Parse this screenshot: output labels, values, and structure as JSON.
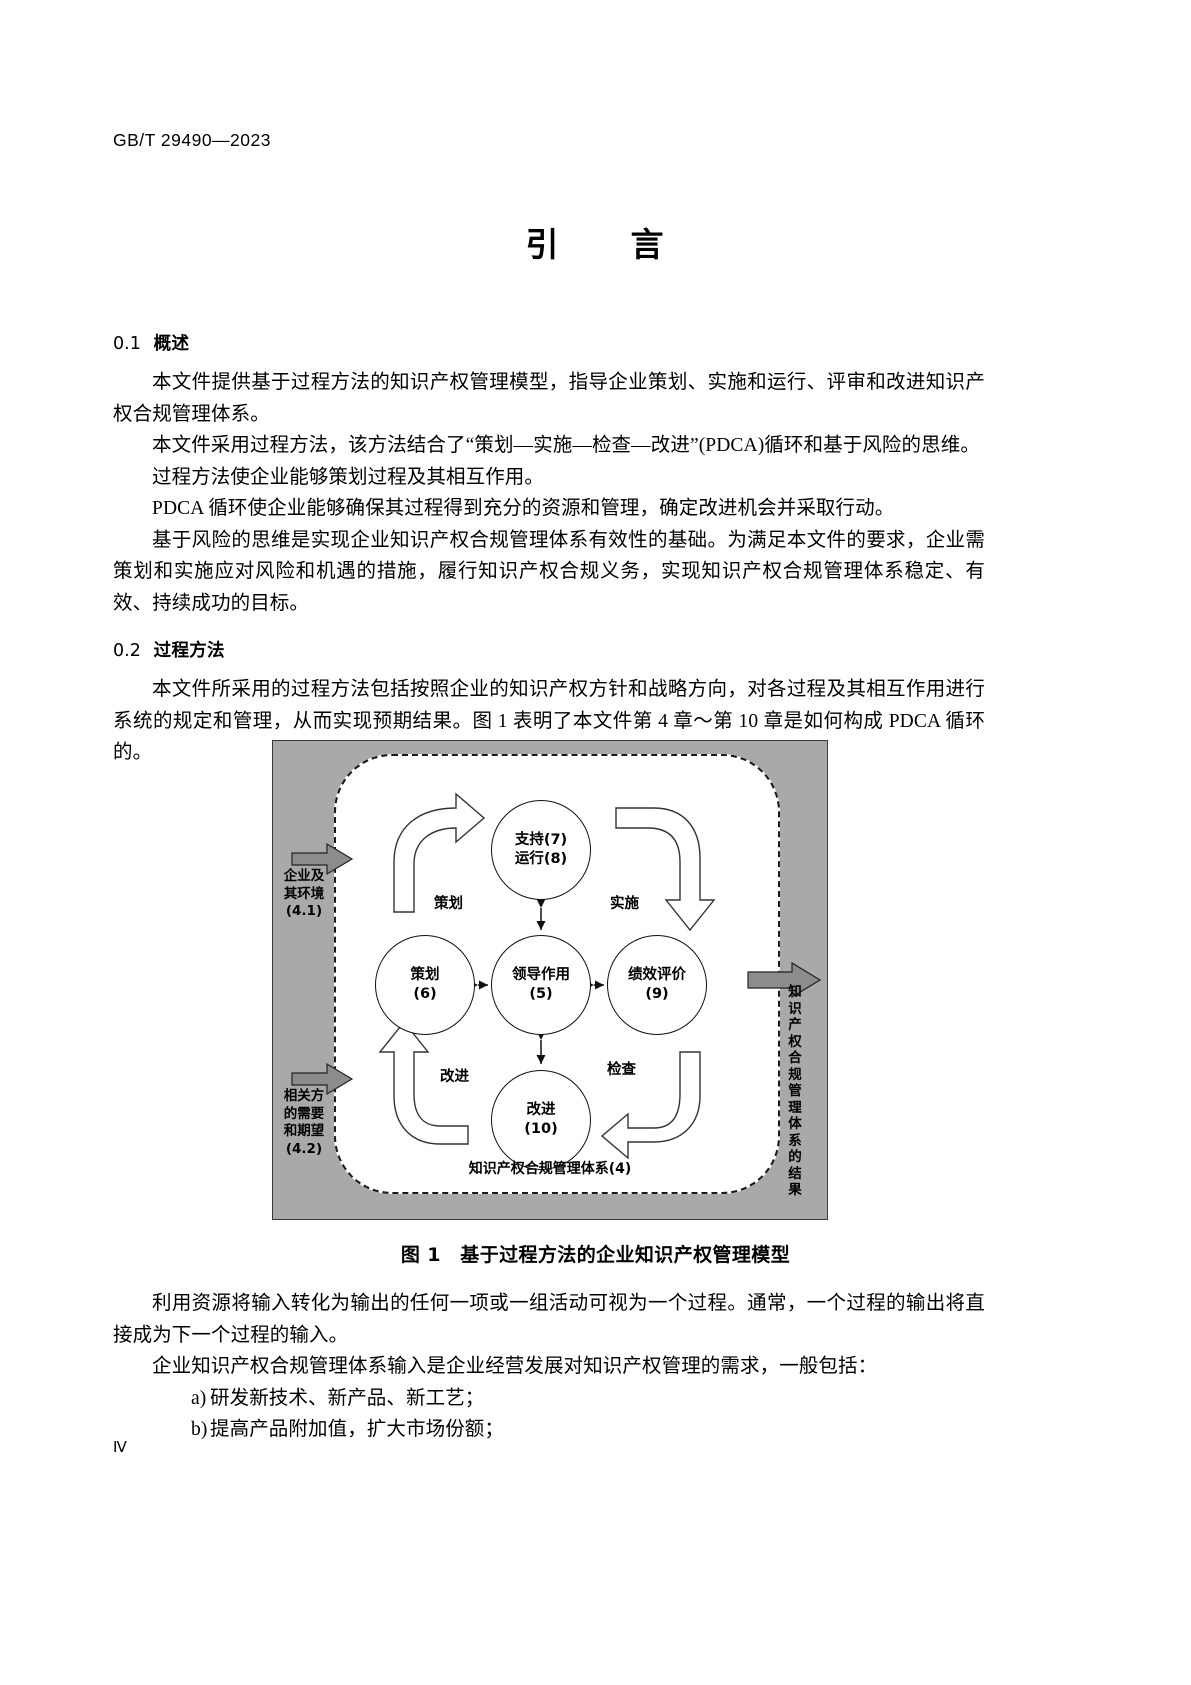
{
  "header": {
    "standard_no": "GB/T 29490—2023"
  },
  "title": "引　　言",
  "sections": [
    {
      "number": "0.1",
      "heading": "概述",
      "paragraphs": [
        "本文件提供基于过程方法的知识产权管理模型，指导企业策划、实施和运行、评审和改进知识产权合规管理体系。",
        "本文件采用过程方法，该方法结合了“策划—实施—检查—改进”(PDCA)循环和基于风险的思维。",
        "过程方法使企业能够策划过程及其相互作用。",
        "PDCA 循环使企业能够确保其过程得到充分的资源和管理，确定改进机会并采取行动。",
        "基于风险的思维是实现企业知识产权合规管理体系有效性的基础。为满足本文件的要求，企业需策划和实施应对风险和机遇的措施，履行知识产权合规义务，实现知识产权合规管理体系稳定、有效、持续成功的目标。"
      ]
    },
    {
      "number": "0.2",
      "heading": "过程方法",
      "paragraphs": [
        "本文件所采用的过程方法包括按照企业的知识产权方针和战略方向，对各过程及其相互作用进行系统的规定和管理，从而实现预期结果。图 1 表明了本文件第 4 章～第 10 章是如何构成 PDCA 循环的。"
      ]
    }
  ],
  "figure": {
    "caption": "图 1　基于过程方法的企业知识产权管理模型",
    "circles": {
      "top": {
        "line1": "支持(7)",
        "line2": "运行(8)"
      },
      "left": {
        "line1": "策划",
        "line2": "(6)"
      },
      "center": {
        "line1": "领导作用",
        "line2": "(5)"
      },
      "right": {
        "line1": "绩效评价",
        "line2": "(9)"
      },
      "bottom": {
        "line1": "改进",
        "line2": "(10)"
      }
    },
    "cycle_labels": {
      "plan": "策划",
      "do": "实施",
      "check": "检查",
      "act": "改进"
    },
    "system_label": "知识产权合规管理体系(4)",
    "left_inputs": [
      "企业及\n其环境\n(4.1)",
      "相关方\n的需要\n和期望\n(4.2)"
    ],
    "left_input_1_line1": "企业及",
    "left_input_1_line2": "其环境",
    "left_input_1_line3": "(4.1)",
    "left_input_2_line1": "相关方",
    "left_input_2_line2": "的需要",
    "left_input_2_line3": "和期望",
    "left_input_2_line4": "(4.2)",
    "right_output": "知识产权合规管理体系的结果",
    "colors": {
      "outer_fill": "#a9a9a9",
      "inner_fill": "#ffffff",
      "arrow_fill": "#8c8c8c",
      "stroke": "#111111"
    }
  },
  "after_figure": {
    "paragraphs": [
      "利用资源将输入转化为输出的任何一项或一组活动可视为一个过程。通常，一个过程的输出将直接成为下一个过程的输入。",
      "企业知识产权合规管理体系输入是企业经营发展对知识产权管理的需求，一般包括："
    ],
    "list": [
      {
        "label": "a)",
        "text": "研发新技术、新产品、新工艺；"
      },
      {
        "label": "b)",
        "text": "提高产品附加值，扩大市场份额；"
      }
    ]
  },
  "folio": "Ⅳ"
}
